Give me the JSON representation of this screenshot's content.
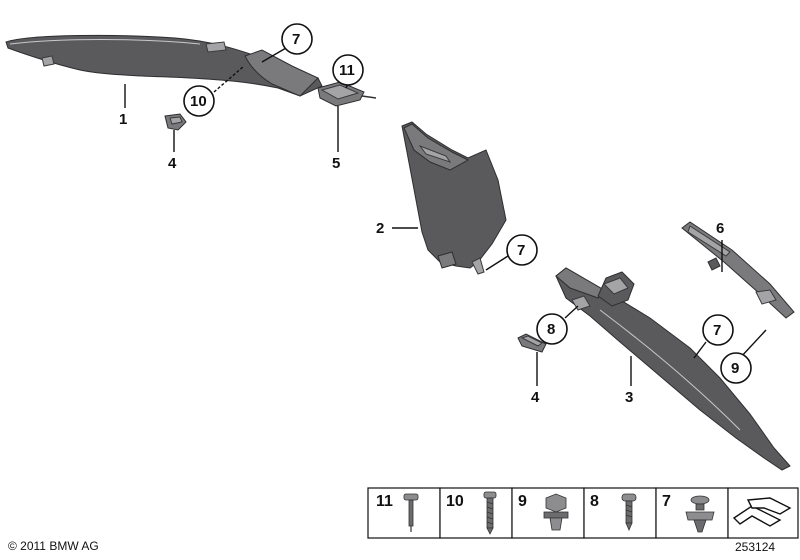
{
  "callouts": {
    "c1": "1",
    "c2": "2",
    "c3": "3",
    "c4a": "4",
    "c4b": "4",
    "c5": "5",
    "c6": "6",
    "c7a": "7",
    "c7b": "7",
    "c7c": "7",
    "c8": "8",
    "c9": "9",
    "c10": "10",
    "c11": "11"
  },
  "legend": {
    "items": [
      {
        "number": "11",
        "icon": "rivet-icon"
      },
      {
        "number": "10",
        "icon": "long-screw-icon"
      },
      {
        "number": "9",
        "icon": "hex-nut-clip-icon"
      },
      {
        "number": "8",
        "icon": "short-screw-icon"
      },
      {
        "number": "7",
        "icon": "push-clip-icon"
      }
    ],
    "arrow_icon": "direction-arrow-icon"
  },
  "footer": {
    "copyright": "© 2011 BMW AG",
    "diagram_id": "253124"
  }
}
